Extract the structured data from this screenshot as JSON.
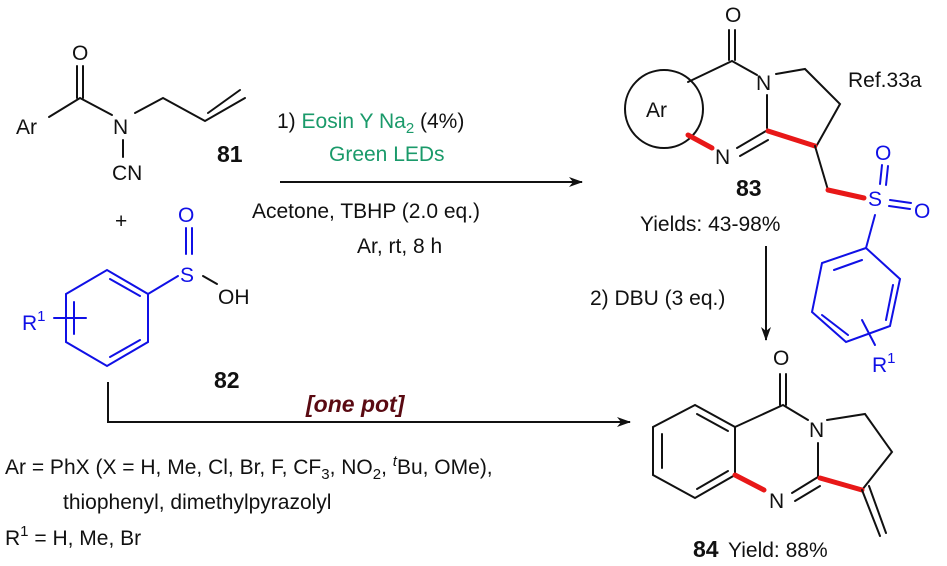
{
  "compounds": {
    "c81": {
      "label": "81",
      "atoms": {
        "ar": "Ar",
        "o": "O",
        "n": "N",
        "cn": "CN"
      }
    },
    "c82": {
      "label": "82",
      "atoms": {
        "r": "R",
        "r_sup": "1",
        "s": "S",
        "o": "O",
        "oh": "OH"
      }
    },
    "c83": {
      "label": "83",
      "yield_text": "Yields: 43-98%",
      "atoms": {
        "ar": "Ar",
        "o": "O",
        "n1": "N",
        "n2": "N",
        "s": "S",
        "so1": "O",
        "so2": "O",
        "r": "R",
        "r_sup": "1"
      }
    },
    "c84": {
      "label": "84",
      "yield_text": "Yield: 88%",
      "atoms": {
        "o": "O",
        "n1": "N",
        "n2": "N"
      }
    }
  },
  "plus": "+",
  "reference": "Ref.33a",
  "step1": {
    "prefix": "1) ",
    "catalyst": "Eosin Y Na",
    "catalyst_sub": "2",
    "loading": " (4%)",
    "light": "Green LEDs",
    "conditions_line1": "Acetone, TBHP (2.0 eq.)",
    "conditions_line2": "Ar, rt, 8 h"
  },
  "step2": {
    "label": "2) DBU (3 eq.)"
  },
  "one_pot": "[one pot]",
  "footnotes": {
    "ar_line1_a": "Ar = PhX (X = H, Me, Cl, Br, F, CF",
    "ar_line1_sub3": "3",
    "ar_line1_b": ", NO",
    "ar_line1_sub2": "2",
    "ar_line1_c": ", ",
    "ar_line1_sup_t": "t",
    "ar_line1_d": "Bu, OMe),",
    "ar_line2": "thiophenyl, dimethylpyrazolyl",
    "r_line_r": "R",
    "r_line_sup": "1",
    "r_line_rest": " = H, Me, Br"
  },
  "colors": {
    "green_text": "#1a9a6a",
    "blue_fragment": "#1010e6",
    "new_bond_red": "#e81818",
    "one_pot_text": "#5a0a12",
    "default_text": "#111111"
  }
}
